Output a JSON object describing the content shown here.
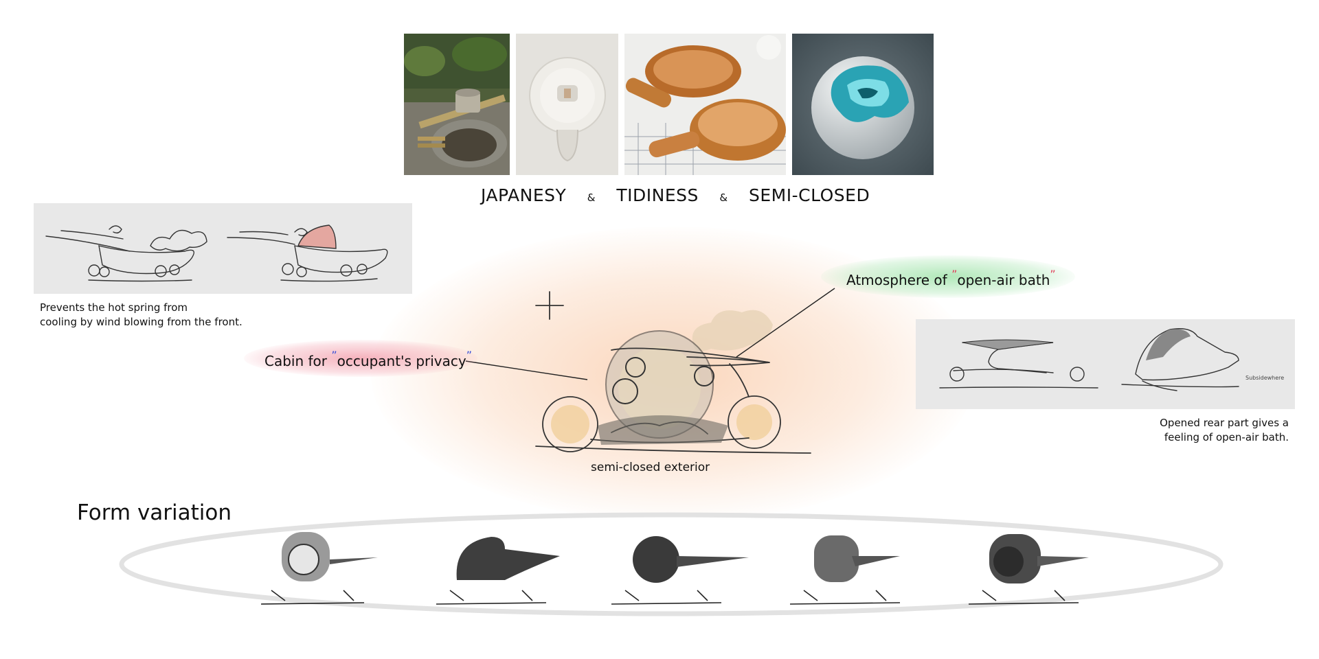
{
  "keywords": {
    "word1": "JAPANESY",
    "amp1": "&",
    "word2": "TIDINESS",
    "amp2": "&",
    "word3": "SEMI-CLOSED"
  },
  "wind_sketch": {
    "caption_line1": "Prevents the hot spring from",
    "caption_line2": "cooling by wind blowing from the front."
  },
  "rear_sketch": {
    "caption_line1": "Opened rear part gives a",
    "caption_line2": "feeling of open-air bath.",
    "sketch_note": "Subsidewhere"
  },
  "main_sketch": {
    "caption": "semi-closed exterior",
    "callout_cabin_prefix": "Cabin for ",
    "callout_cabin_highlight": "occupant's privacy",
    "callout_atmos_prefix": "Atmosphere of ",
    "callout_atmos_highlight": "open-air bath",
    "quote_open": "”",
    "quote_close": "”"
  },
  "form_variation": {
    "title": "Form variation",
    "count": 5
  },
  "colors": {
    "cabin_glow": "#f4a9b5",
    "atmos_glow": "#a9e6b2",
    "central_glow": "#f9c9a6",
    "panel_bg": "#e8e8e8",
    "quote_red": "#e0415a",
    "quote_blue": "#3a4fd8"
  },
  "mood_icons": [
    "bamboo-ladle-icon",
    "white-kettle-icon",
    "wooden-bowls-icon",
    "crystal-sphere-icon"
  ]
}
